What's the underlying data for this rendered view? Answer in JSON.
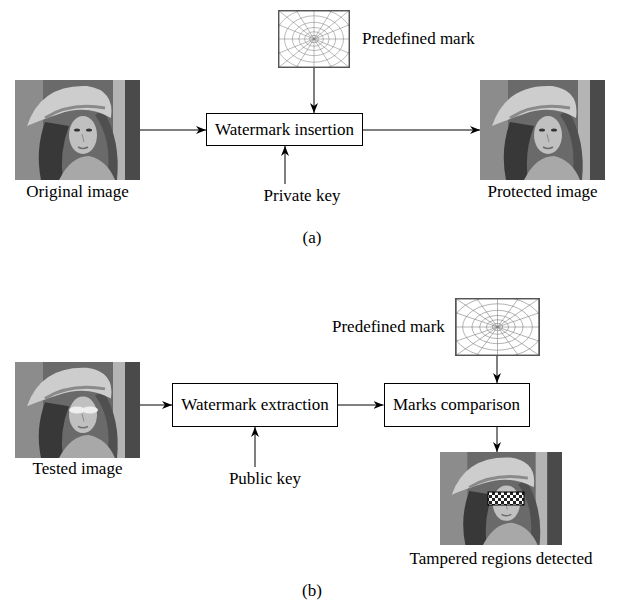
{
  "diagram": {
    "nodes": [
      {
        "text": [
          "Predefined mark"
        ]
      },
      {
        "text": [
          "Original image"
        ]
      },
      {
        "text": [
          "Watermark insertion"
        ]
      },
      {
        "text": [
          "Protected image"
        ]
      },
      {
        "text": [
          "Private key"
        ]
      },
      {
        "text": [
          "Predefined mark"
        ]
      },
      {
        "text": [
          "Tested image"
        ]
      },
      {
        "text": [
          "Watermark extraction"
        ]
      },
      {
        "text": [
          "Marks comparison"
        ]
      },
      {
        "text": [
          "Public key"
        ]
      },
      {
        "text": [
          "Tampered regions detected"
        ]
      }
    ],
    "edges": [
      {
        "from": 0,
        "to": 2,
        "arrow": "to"
      },
      {
        "from": 1,
        "to": 2,
        "arrow": "to"
      },
      {
        "from": 4,
        "to": 2,
        "arrow": "to"
      },
      {
        "from": 2,
        "to": 3,
        "arrow": "to"
      },
      {
        "from": 5,
        "to": 8,
        "arrow": "to"
      },
      {
        "from": 6,
        "to": 7,
        "arrow": "to"
      },
      {
        "from": 9,
        "to": 7,
        "arrow": "to"
      },
      {
        "from": 7,
        "to": 8,
        "arrow": "to"
      },
      {
        "from": 8,
        "to": 10,
        "arrow": "to"
      }
    ],
    "labels": [
      "(a)",
      "(b)"
    ]
  }
}
